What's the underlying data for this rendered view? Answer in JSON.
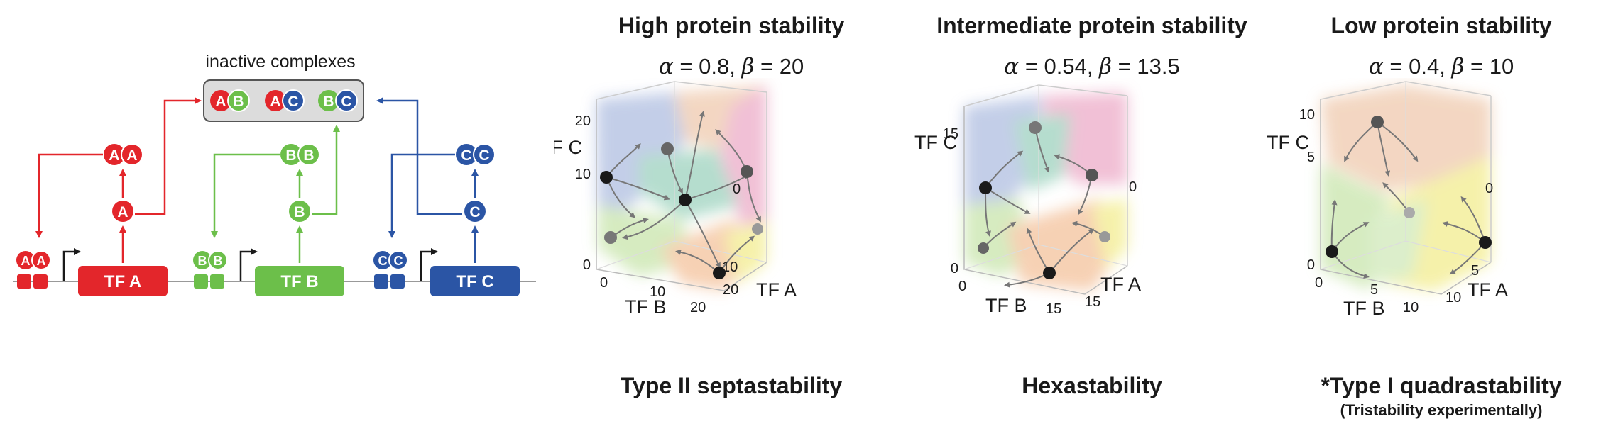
{
  "diagram": {
    "inactive_label": "inactive complexes",
    "complexes": [
      {
        "left": "A",
        "right": "B"
      },
      {
        "left": "A",
        "right": "C"
      },
      {
        "left": "B",
        "right": "C"
      }
    ],
    "genes": [
      {
        "label": "TF A",
        "letter": "A",
        "color": "#e3262b"
      },
      {
        "label": "TF B",
        "letter": "B",
        "color": "#6cbf4a"
      },
      {
        "label": "TF C",
        "letter": "C",
        "color": "#2b55a5"
      }
    ]
  },
  "panels": [
    {
      "title": "High protein stability",
      "alpha": "0.8",
      "beta": "20",
      "type_label": "Type II septastability",
      "note": "",
      "axis_c": "TF C",
      "axis_b": "TF B",
      "axis_a": "TF A",
      "c_ticks": [
        "0",
        "10",
        "20"
      ],
      "b_ticks": [
        "0",
        "10",
        "20"
      ],
      "a_ticks": [
        "0",
        "10",
        "20"
      ]
    },
    {
      "title": "Intermediate protein stability",
      "alpha": "0.54",
      "beta": "13.5",
      "type_label": "Hexastability",
      "note": "",
      "axis_c": "TF C",
      "axis_b": "TF B",
      "axis_a": "TF A",
      "c_ticks": [
        "0",
        "15"
      ],
      "b_ticks": [
        "0",
        "15"
      ],
      "a_ticks": [
        "0",
        "15"
      ]
    },
    {
      "title": "Low protein stability",
      "alpha": "0.4",
      "beta": "10",
      "type_label": "*Type I quadrastability",
      "note": "(Tristability experimentally)",
      "axis_c": "TF C",
      "axis_b": "TF B",
      "axis_a": "TF A",
      "c_ticks": [
        "0",
        "5",
        "10"
      ],
      "b_ticks": [
        "0",
        "5",
        "10"
      ],
      "a_ticks": [
        "0",
        "5",
        "10"
      ]
    }
  ],
  "labels": {
    "alpha_symbol": "α",
    "beta_symbol": "β",
    "equals": " = ",
    "comma": ", "
  },
  "colors": {
    "red": "#e3262b",
    "green": "#6cbf4a",
    "blue": "#2b55a5",
    "black": "#1a1a1a",
    "basin_blue": "#b9c6e4",
    "basin_pink": "#efb6cf",
    "basin_green": "#cfe8b6",
    "basin_orange": "#f5c9a7",
    "basin_yellow": "#f4ef9c",
    "basin_teal": "#a9d8c6"
  }
}
